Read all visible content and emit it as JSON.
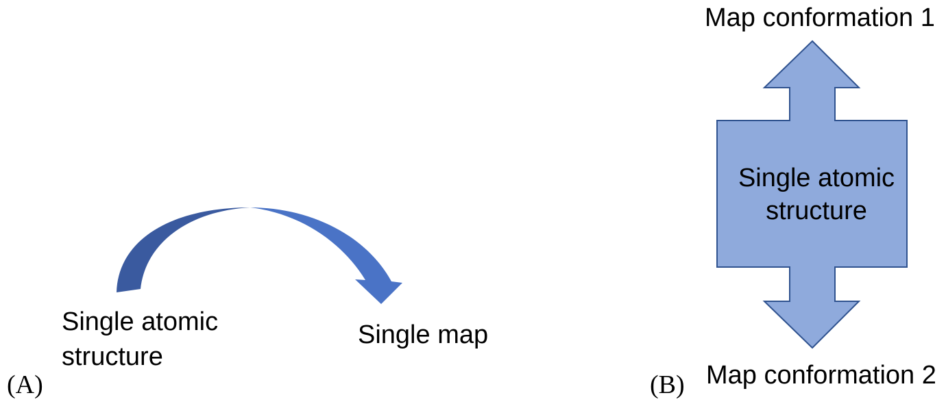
{
  "panel_a": {
    "label": "(A)",
    "source_lines": [
      "Single atomic",
      "structure"
    ],
    "target": "Single map"
  },
  "panel_b": {
    "label": "(B)",
    "top": "Map conformation 1",
    "center_lines": [
      "Single atomic",
      "structure"
    ],
    "bottom": "Map conformation 2"
  },
  "colors": {
    "curve_back": "#3a5a9f",
    "curve_front": "#4a73c6",
    "block_fill": "#8faadc",
    "block_stroke": "#2f528f"
  }
}
